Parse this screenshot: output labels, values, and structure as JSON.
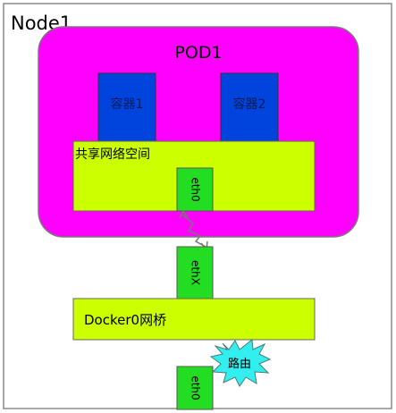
{
  "node": {
    "label": "Node1"
  },
  "pod": {
    "label": "POD1",
    "fill_color": "#ff00ff"
  },
  "containers": [
    {
      "label": "容器1",
      "fill_color": "#0044dd"
    },
    {
      "label": "容器2",
      "fill_color": "#0044dd"
    }
  ],
  "shared_namespace": {
    "label": "共享网络空间",
    "fill_color": "#ccff00"
  },
  "interfaces": {
    "pod_eth0": "eth0",
    "veth": "ethX",
    "node_eth0": "eth0",
    "fill_color": "#22dd22"
  },
  "bridge": {
    "label": "Docker0网桥",
    "fill_color": "#ccff00"
  },
  "route": {
    "label": "路由",
    "fill_color": "#33eeee"
  }
}
